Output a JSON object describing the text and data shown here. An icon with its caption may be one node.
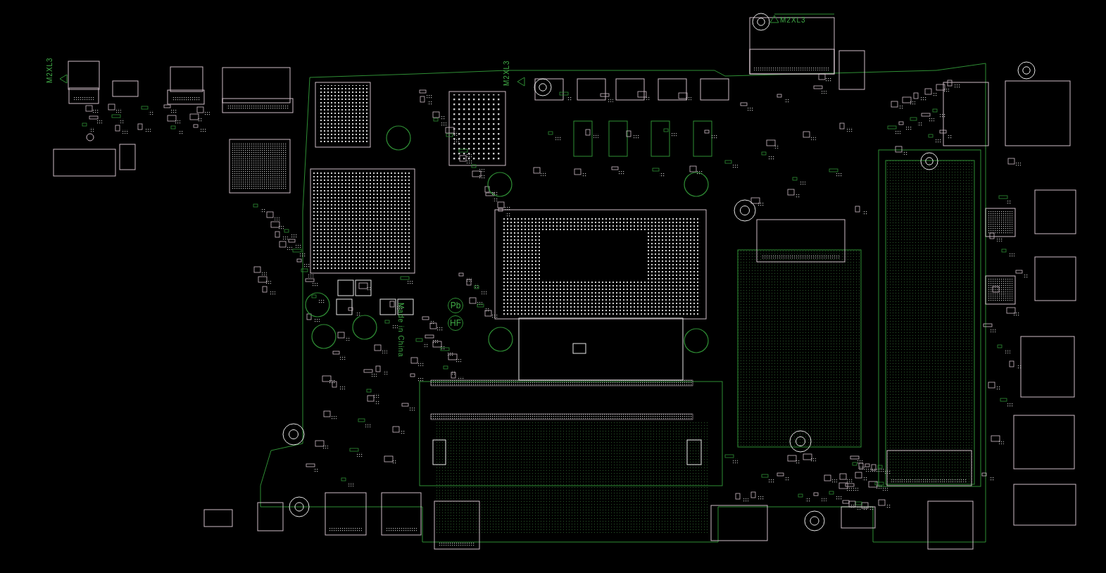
{
  "diagram": {
    "labels": [
      "M2XL3",
      "M2XL3",
      "M2XL3",
      "Made in China",
      "Pb",
      "HF"
    ]
  }
}
